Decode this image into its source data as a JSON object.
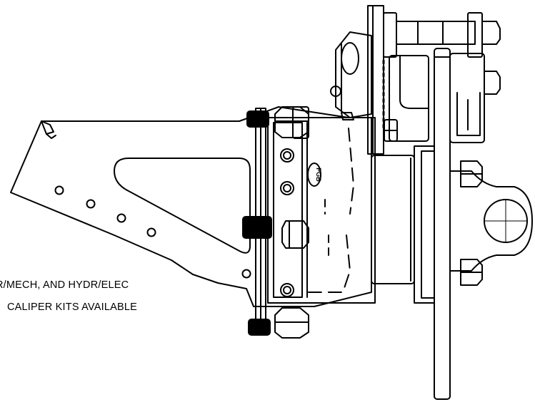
{
  "callout": {
    "line1": "R/MECH, AND HYDR/ELEC",
    "line2": "CALIPER KITS AVAILABLE"
  },
  "emblem_text": "PGB",
  "colors": {
    "line": "#000000",
    "background": "#ffffff"
  }
}
